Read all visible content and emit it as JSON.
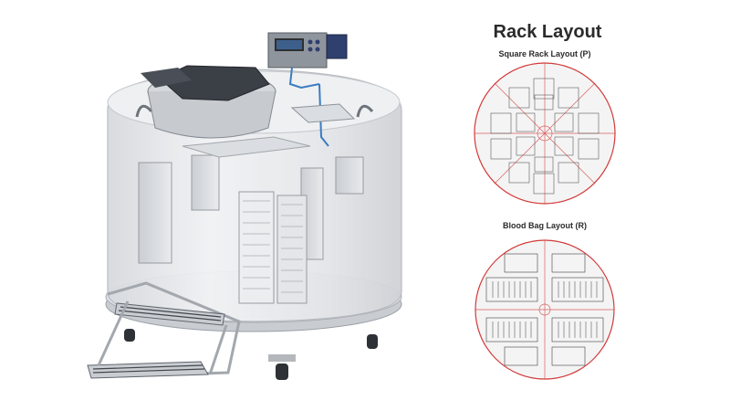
{
  "layout_panel": {
    "title": "Rack Layout",
    "square_rack_label": "Square Rack Layout (P)",
    "blood_bag_label": "Blood Bag Layout (R)"
  },
  "colors": {
    "tank_body": "#e4e6e9",
    "tank_outline": "#b9bcc2",
    "steel": "#8e949b",
    "controller_blue": "#2f3f6e",
    "layout_red": "#d33a3a",
    "layout_line": "#5a5a5a"
  },
  "icons": [
    "controller-display-icon"
  ]
}
